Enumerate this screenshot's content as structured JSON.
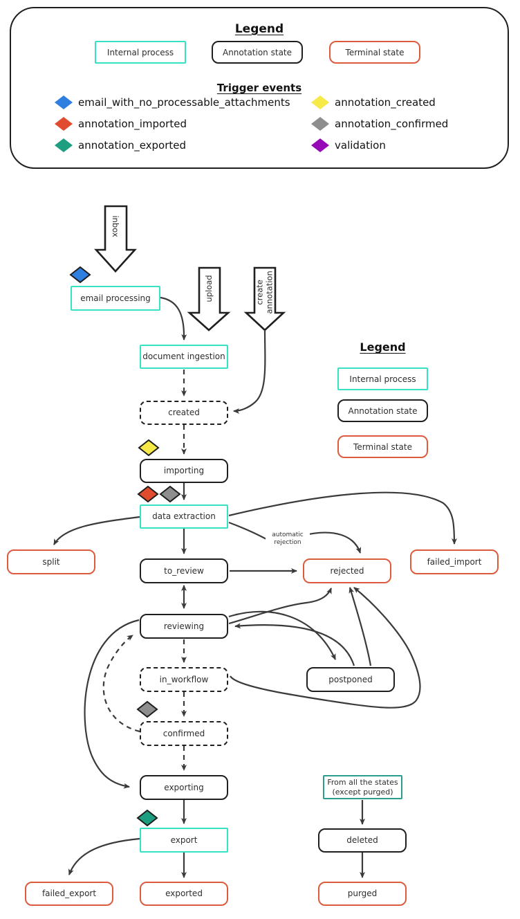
{
  "colors": {
    "teal": "#35e2c6",
    "dark-teal": "#2a9d8f",
    "red": "#dd5a3d",
    "ink": "#1f1f1f",
    "line": "#3a3a3a"
  },
  "diamond_colors": {
    "blue": "#2e7fe0",
    "red": "#e14b2e",
    "teal": "#1d9e80",
    "yellow": "#f7ea48",
    "gray": "#8e8e8e",
    "purple": "#9609b7"
  },
  "legend": {
    "title": "Legend",
    "node_types": [
      {
        "label": "Internal process"
      },
      {
        "label": "Annotation state"
      },
      {
        "label": "Terminal state"
      }
    ],
    "trigger_title": "Trigger events",
    "triggers_left": [
      {
        "label": "email_with_no_processable_attachments",
        "color": "#2e7fe0"
      },
      {
        "label": "annotation_imported",
        "color": "#e14b2e"
      },
      {
        "label": "annotation_exported",
        "color": "#1d9e80"
      }
    ],
    "triggers_right": [
      {
        "label": "annotation_created",
        "color": "#f7ea48"
      },
      {
        "label": "annotation_confirmed",
        "color": "#8e8e8e"
      },
      {
        "label": "validation",
        "color": "#9609b7"
      }
    ]
  },
  "legend2": {
    "title": "Legend",
    "items": [
      {
        "label": "Internal process"
      },
      {
        "label": "Annotation state"
      },
      {
        "label": "Terminal state"
      }
    ]
  },
  "sources": {
    "inbox": "inbox",
    "upload": "upload",
    "create_annotation": "create annotation"
  },
  "nodes": {
    "email_processing": "email processing",
    "document_ingestion": "document ingestion",
    "created": "created",
    "importing": "importing",
    "data_extraction": "data extraction",
    "split": "split",
    "to_review": "to_review",
    "rejected": "rejected",
    "failed_import": "failed_import",
    "reviewing": "reviewing",
    "in_workflow": "in_workflow",
    "postponed": "postponed",
    "confirmed": "confirmed",
    "exporting": "exporting",
    "export": "export",
    "failed_export": "failed_export",
    "exported": "exported",
    "from_all_states_line1": "From all the states",
    "from_all_states_line2": "(except purged)",
    "deleted": "deleted",
    "purged": "purged"
  },
  "annotations": {
    "automatic_rejection_line1": "automatic",
    "automatic_rejection_line2": "rejection"
  }
}
